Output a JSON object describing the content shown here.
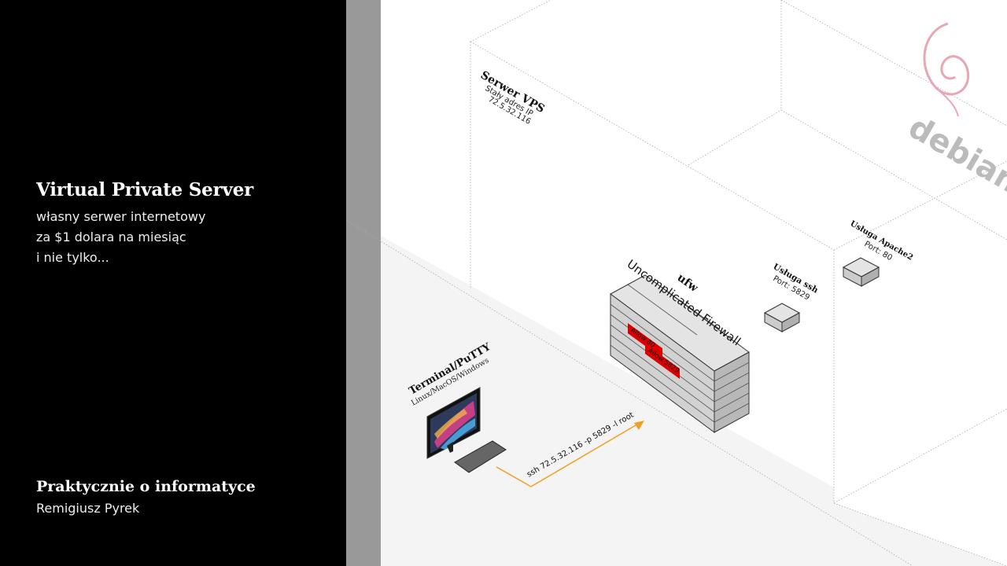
{
  "panel": {
    "title": "Virtual Private Server",
    "subtitle_lines": [
      "własny serwer internetowy",
      "za $1 dolara na miesiąc",
      "i nie tylko..."
    ],
    "footer_title": "Praktycznie o informatyce",
    "footer_author": "Remigiusz Pyrek"
  },
  "diagram": {
    "vps": {
      "title": "Serwer VPS",
      "line1": "Stały adres IP",
      "line2": "72.5.32.116"
    },
    "logo": {
      "text": "debian"
    },
    "firewall": {
      "name": "ufw",
      "description": "Uncomplicated Firewall",
      "rule1": "Allow 80",
      "rule2": "Allow 5829"
    },
    "ssh_service": {
      "title": "Usługa ssh",
      "port": "Port: 5829"
    },
    "apache_service": {
      "title": "Usługa Apache2",
      "port": "Port: 80"
    },
    "terminal": {
      "title": "Terminal/PuTTY",
      "platforms": "Linux/MacOS/Windows"
    },
    "command": "ssh 72.5.32.116 -p 5829 -l root"
  },
  "colors": {
    "left_panel": "#000000",
    "strip": "#999999",
    "arrow": "#f0a020",
    "rule_bg": "#dd0000",
    "logo_swirl": "#e8a6b6",
    "logo_text": "#bbbbbb"
  }
}
